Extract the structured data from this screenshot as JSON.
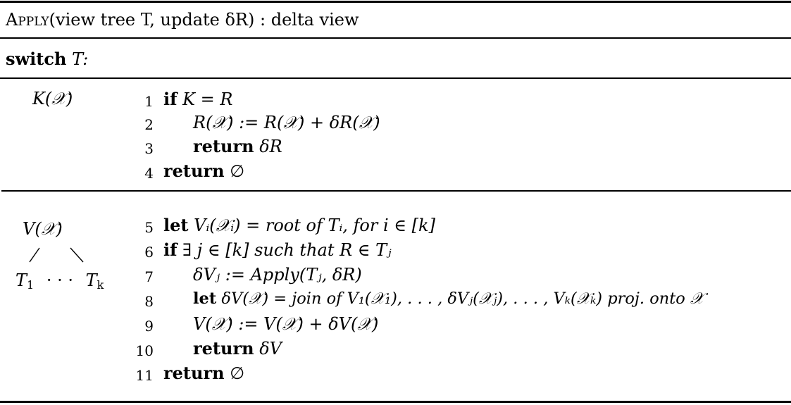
{
  "header": {
    "fn_name": "Apply",
    "signature": "(view tree T, update δR) : delta view"
  },
  "switch_label": "switch",
  "switch_var": "T:",
  "case1": {
    "node_label": "K(𝒳)",
    "lines": [
      {
        "num": "1",
        "text": "K = R",
        "kw": "if"
      },
      {
        "num": "2",
        "text": "R(𝒳) := R(𝒳) + δR(𝒳)",
        "kw": ""
      },
      {
        "num": "3",
        "text": "δR",
        "kw": "return"
      },
      {
        "num": "4",
        "text": "∅",
        "kw": "return"
      }
    ]
  },
  "case2": {
    "root_label": "V(𝒳)",
    "child_first": "T",
    "child_first_sub": "1",
    "child_dots": "· · ·",
    "child_last": "T",
    "child_last_sub": "k",
    "lines": [
      {
        "num": "5",
        "kw": "let",
        "text": "Vᵢ(𝒳ᵢ) = root of Tᵢ, for i ∈ [k]"
      },
      {
        "num": "6",
        "kw": "if",
        "text": "∃ j ∈ [k] such that R ∈ Tⱼ"
      },
      {
        "num": "7",
        "kw": "",
        "text": "δVⱼ := Apply(Tⱼ, δR)"
      },
      {
        "num": "8",
        "kw": "let",
        "text": "δV(𝒳) = join of V₁(𝒳₁), . . . , δVⱼ(𝒳ⱼ), . . . , Vₖ(𝒳ₖ) proj. onto 𝒳"
      },
      {
        "num": "9",
        "kw": "",
        "text": "V(𝒳) := V(𝒳) + δV(𝒳)"
      },
      {
        "num": "10",
        "kw": "return",
        "text": "δV"
      },
      {
        "num": "11",
        "kw": "return",
        "text": "∅"
      }
    ]
  }
}
